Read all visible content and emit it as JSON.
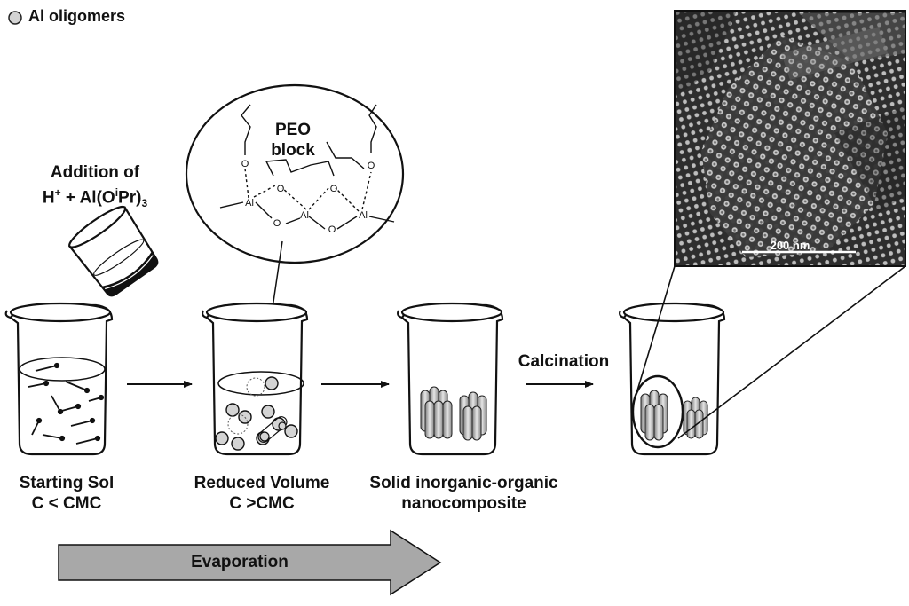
{
  "legend": {
    "label": "Al oligomers",
    "marker_color": "#d4d4d4"
  },
  "addition": {
    "line1": "Addition of",
    "line2_a": "H",
    "line2_sup1": "+",
    "line2_b": " + Al(O",
    "line2_sup2": "i",
    "line2_c": "Pr)",
    "line2_sub": "3"
  },
  "peo": {
    "line1": "PEO",
    "line2": "block",
    "atoms": [
      "O",
      "O",
      "O",
      "O",
      "O",
      "O",
      "Al",
      "Al",
      "Al"
    ]
  },
  "calcination": "Calcination",
  "evaporation": "Evaporation",
  "scale_bar": "200 nm",
  "captions": [
    {
      "line1": "Starting Sol",
      "line2": "C < CMC"
    },
    {
      "line1": "Reduced Volume",
      "line2": "C >CMC"
    },
    {
      "line1": "Solid inorganic-organic",
      "line2": "nanocomposite"
    }
  ],
  "colors": {
    "ink": "#111111",
    "arrow_fill": "#a8a8a8",
    "micrograph_bg": "#4a4a4a",
    "rod": "#b9b9b9"
  }
}
